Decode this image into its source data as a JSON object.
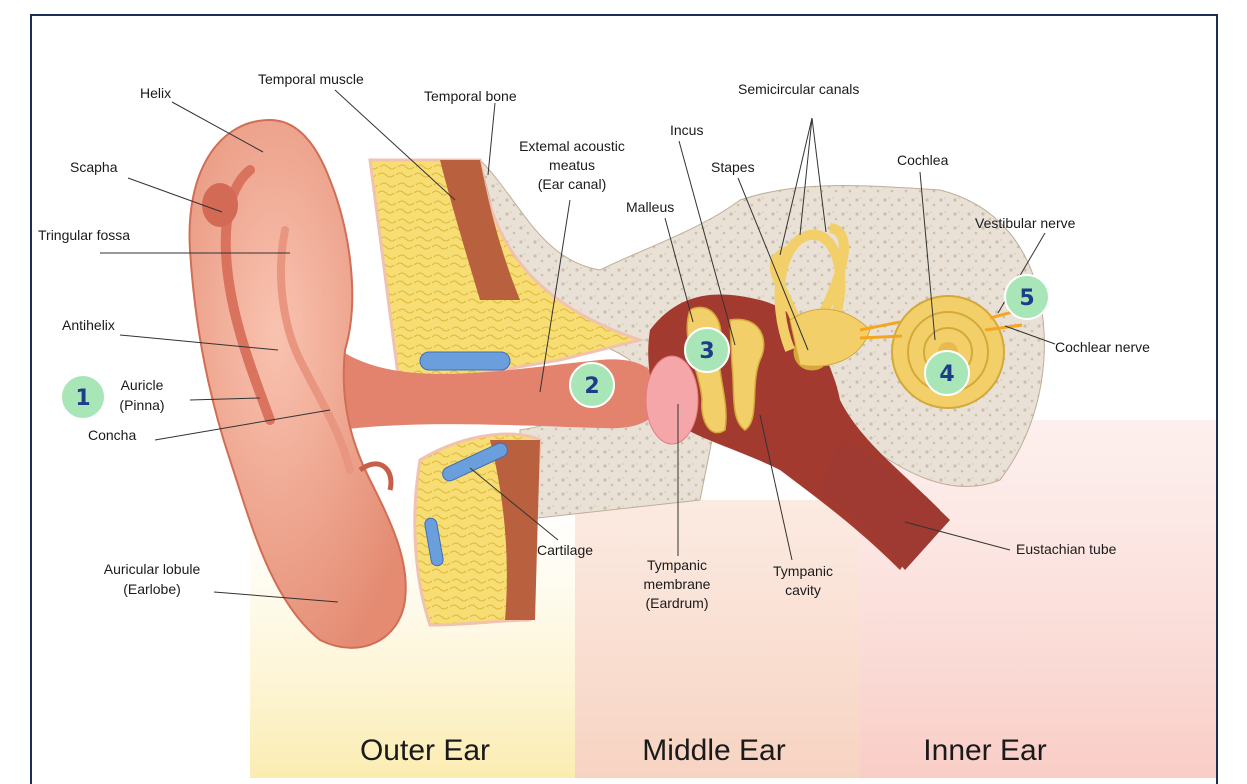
{
  "sections": {
    "outer": "Outer Ear",
    "middle": "Middle Ear",
    "inner": "Inner Ear"
  },
  "labels": {
    "helix": "Helix",
    "temporal_muscle": "Temporal muscle",
    "temporal_bone": "Temporal bone",
    "semicircular_canals": "Semicircular canals",
    "scapha": "Scapha",
    "external_acoustic_1": "Extemal acoustic",
    "external_acoustic_2": "meatus",
    "external_acoustic_3": "(Ear canal)",
    "incus": "Incus",
    "stapes": "Stapes",
    "cochlea": "Cochlea",
    "triangular_fossa": "Tringular fossa",
    "malleus": "Malleus",
    "vestibular_nerve": "Vestibular nerve",
    "antihelix": "Antihelix",
    "cochlear_nerve": "Cochlear nerve",
    "auricle_1": "Auricle",
    "auricle_2": "(Pinna)",
    "concha": "Concha",
    "cartilage": "Cartilage",
    "tympanic_membrane_1": "Tympanic",
    "tympanic_membrane_2": "membrane",
    "tympanic_membrane_3": "(Eardrum)",
    "tympanic_cavity_1": "Tympanic",
    "tympanic_cavity_2": "cavity",
    "eustachian_tube": "Eustachian tube",
    "lobule_1": "Auricular lobule",
    "lobule_2": "(Earlobe)"
  },
  "badges": [
    "1",
    "2",
    "3",
    "4",
    "5"
  ],
  "colors": {
    "frame": "#1d2e56",
    "badge_fill": "#a8e6b8",
    "badge_text": "#1f3c88",
    "skin": "#f0a48c",
    "skin_dark": "#d9735e",
    "bone": "#e6ddd2",
    "fat": "#f5dc74",
    "cavity": "#9e3a32",
    "ossicle": "#f1cf6a"
  }
}
